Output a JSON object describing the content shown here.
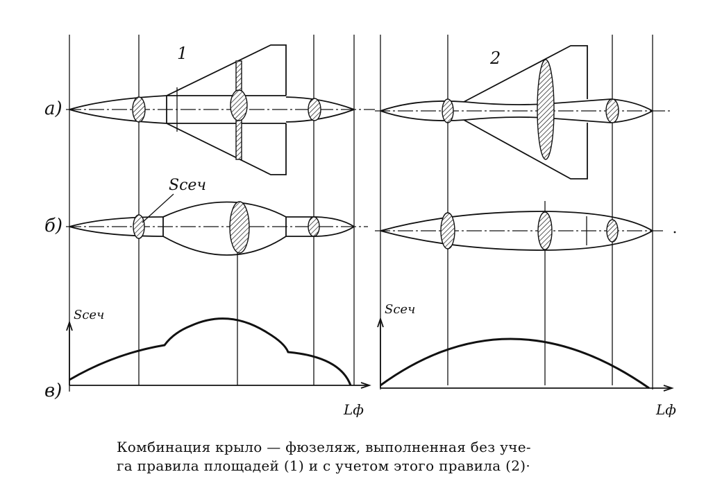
{
  "labels": {
    "variant_1": "1",
    "variant_2": "2",
    "row_a": "а)",
    "row_b": "б)",
    "row_v": "в)",
    "section_area": "Sсеч",
    "graph1_yaxis": "Sсеч",
    "graph2_yaxis": "Sсеч",
    "graph1_xaxis": "Lф",
    "graph2_xaxis": "Lф"
  },
  "caption": {
    "line1": "Комбинация крыло — фюзеляж, выполненная без уче-",
    "line2": "га правила площадей (1) и с учетом этого правила (2)·"
  }
}
